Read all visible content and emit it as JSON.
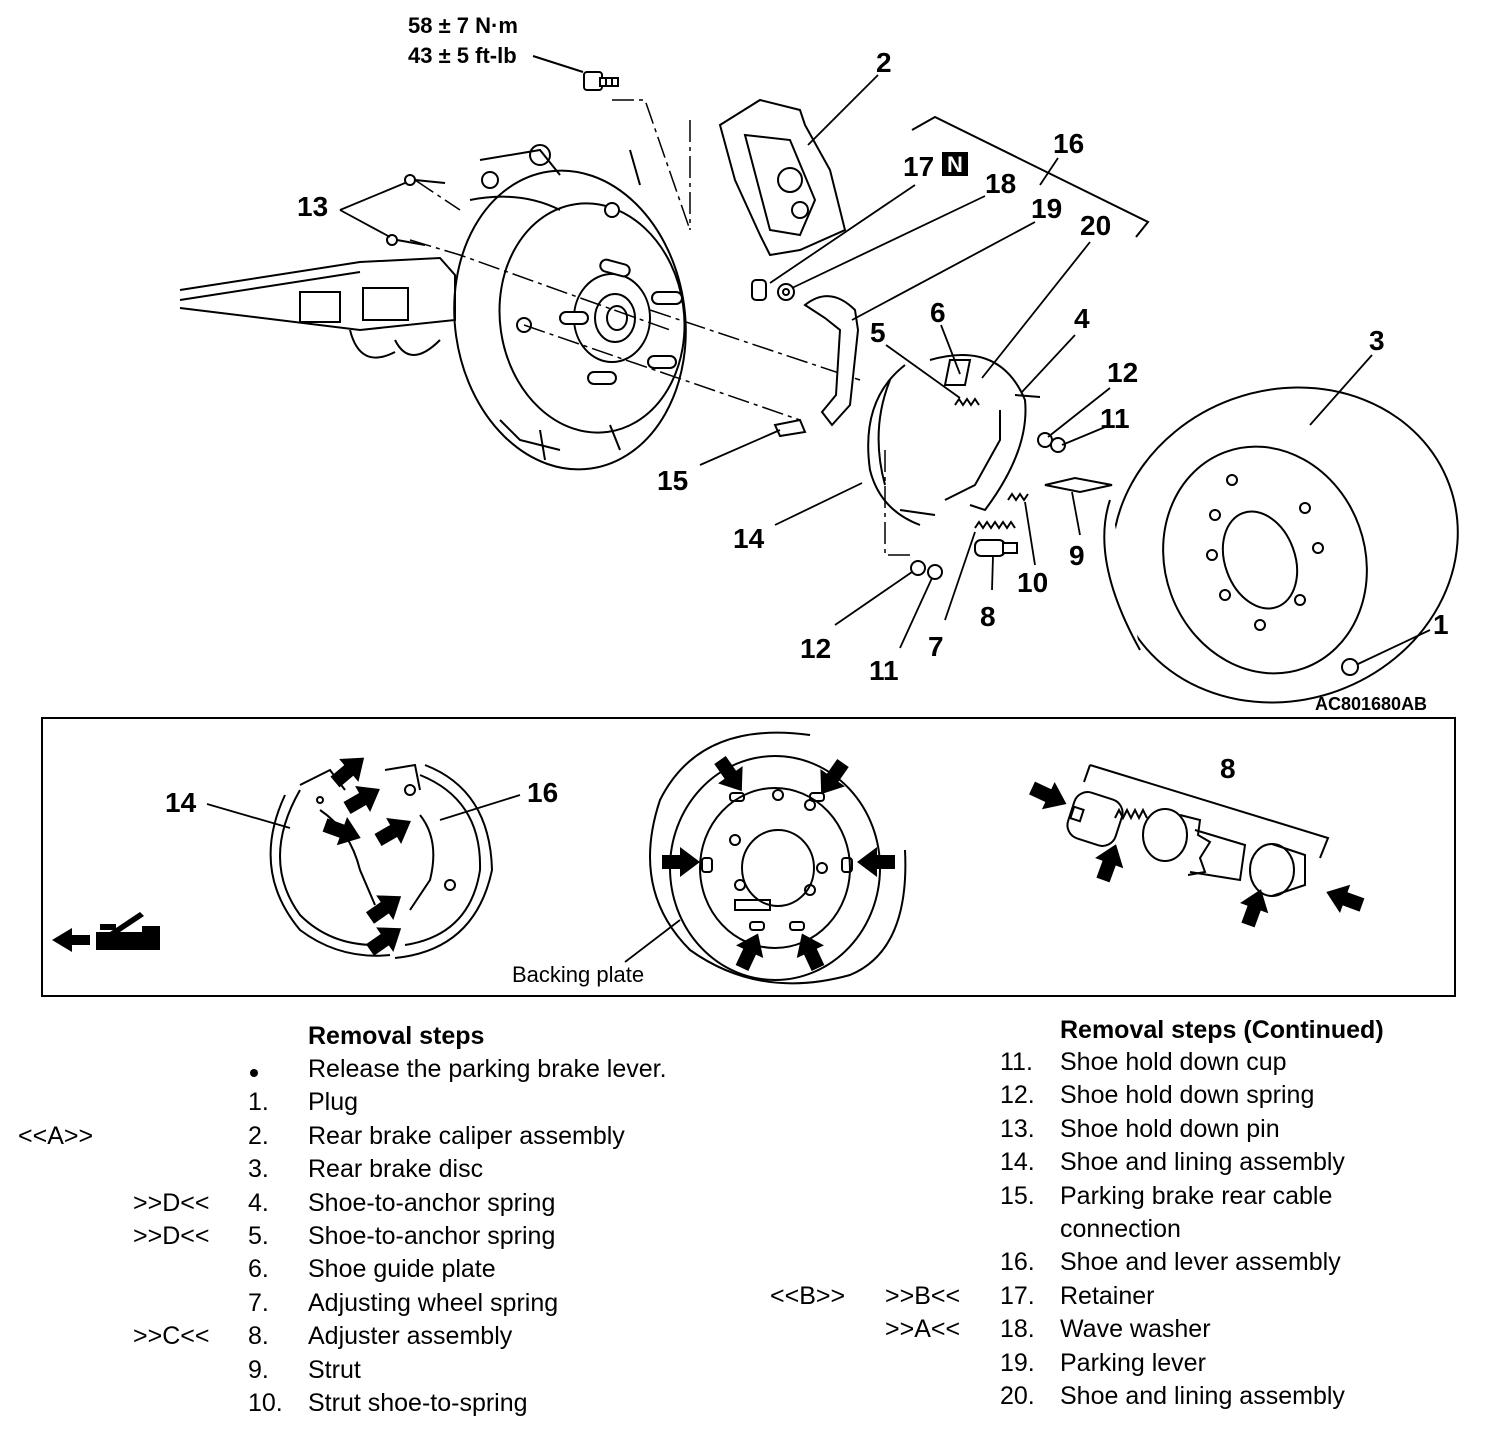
{
  "diagram": {
    "torque": {
      "line1": "58 ± 7 N·m",
      "line2": "43 ± 5 ft-lb"
    },
    "callouts": [
      "1",
      "2",
      "3",
      "4",
      "5",
      "6",
      "7",
      "8",
      "9",
      "10",
      "11",
      "12",
      "13",
      "14",
      "15",
      "16",
      "17",
      "18",
      "19",
      "20"
    ],
    "callout_12b": "12",
    "callout_11b": "11",
    "n_badge": "N",
    "figure_code": "AC801680AB",
    "inset": {
      "label_14": "14",
      "label_16": "16",
      "label_8": "8",
      "backing_plate": "Backing plate"
    }
  },
  "steps_left": {
    "heading": "Removal steps",
    "items": [
      {
        "pre": "",
        "post": "",
        "num": "",
        "bullet": true,
        "text": "Release the parking brake lever."
      },
      {
        "pre": "",
        "post": "",
        "num": "1.",
        "text": "Plug"
      },
      {
        "pre": "<<A>>",
        "post": "",
        "num": "2.",
        "text": "Rear brake caliper assembly"
      },
      {
        "pre": "",
        "post": "",
        "num": "3.",
        "text": "Rear brake disc"
      },
      {
        "pre": "",
        "post": ">>D<<",
        "num": "4.",
        "text": "Shoe-to-anchor spring"
      },
      {
        "pre": "",
        "post": ">>D<<",
        "num": "5.",
        "text": "Shoe-to-anchor spring"
      },
      {
        "pre": "",
        "post": "",
        "num": "6.",
        "text": "Shoe guide plate"
      },
      {
        "pre": "",
        "post": "",
        "num": "7.",
        "text": "Adjusting wheel spring"
      },
      {
        "pre": "",
        "post": ">>C<<",
        "num": "8.",
        "text": "Adjuster assembly"
      },
      {
        "pre": "",
        "post": "",
        "num": "9.",
        "text": "Strut"
      },
      {
        "pre": "",
        "post": "",
        "num": "10.",
        "text": "Strut shoe-to-spring"
      }
    ]
  },
  "steps_right": {
    "heading": "Removal steps (Continued)",
    "items": [
      {
        "pre": "",
        "post": "",
        "num": "11.",
        "text": "Shoe hold down cup"
      },
      {
        "pre": "",
        "post": "",
        "num": "12.",
        "text": "Shoe hold down spring"
      },
      {
        "pre": "",
        "post": "",
        "num": "13.",
        "text": "Shoe hold down pin"
      },
      {
        "pre": "",
        "post": "",
        "num": "14.",
        "text": "Shoe and lining assembly"
      },
      {
        "pre": "",
        "post": "",
        "num": "15.",
        "text": "Parking brake rear cable"
      },
      {
        "pre": "",
        "post": "",
        "num": "",
        "text": "connection"
      },
      {
        "pre": "",
        "post": "",
        "num": "16.",
        "text": "Shoe and lever assembly"
      },
      {
        "pre": "<<B>>",
        "post": ">>B<<",
        "num": "17.",
        "text": "Retainer"
      },
      {
        "pre": "",
        "post": ">>A<<",
        "num": "18.",
        "text": "Wave washer"
      },
      {
        "pre": "",
        "post": "",
        "num": "19.",
        "text": "Parking lever"
      },
      {
        "pre": "",
        "post": "",
        "num": "20.",
        "text": "Shoe and lining assembly"
      }
    ]
  }
}
